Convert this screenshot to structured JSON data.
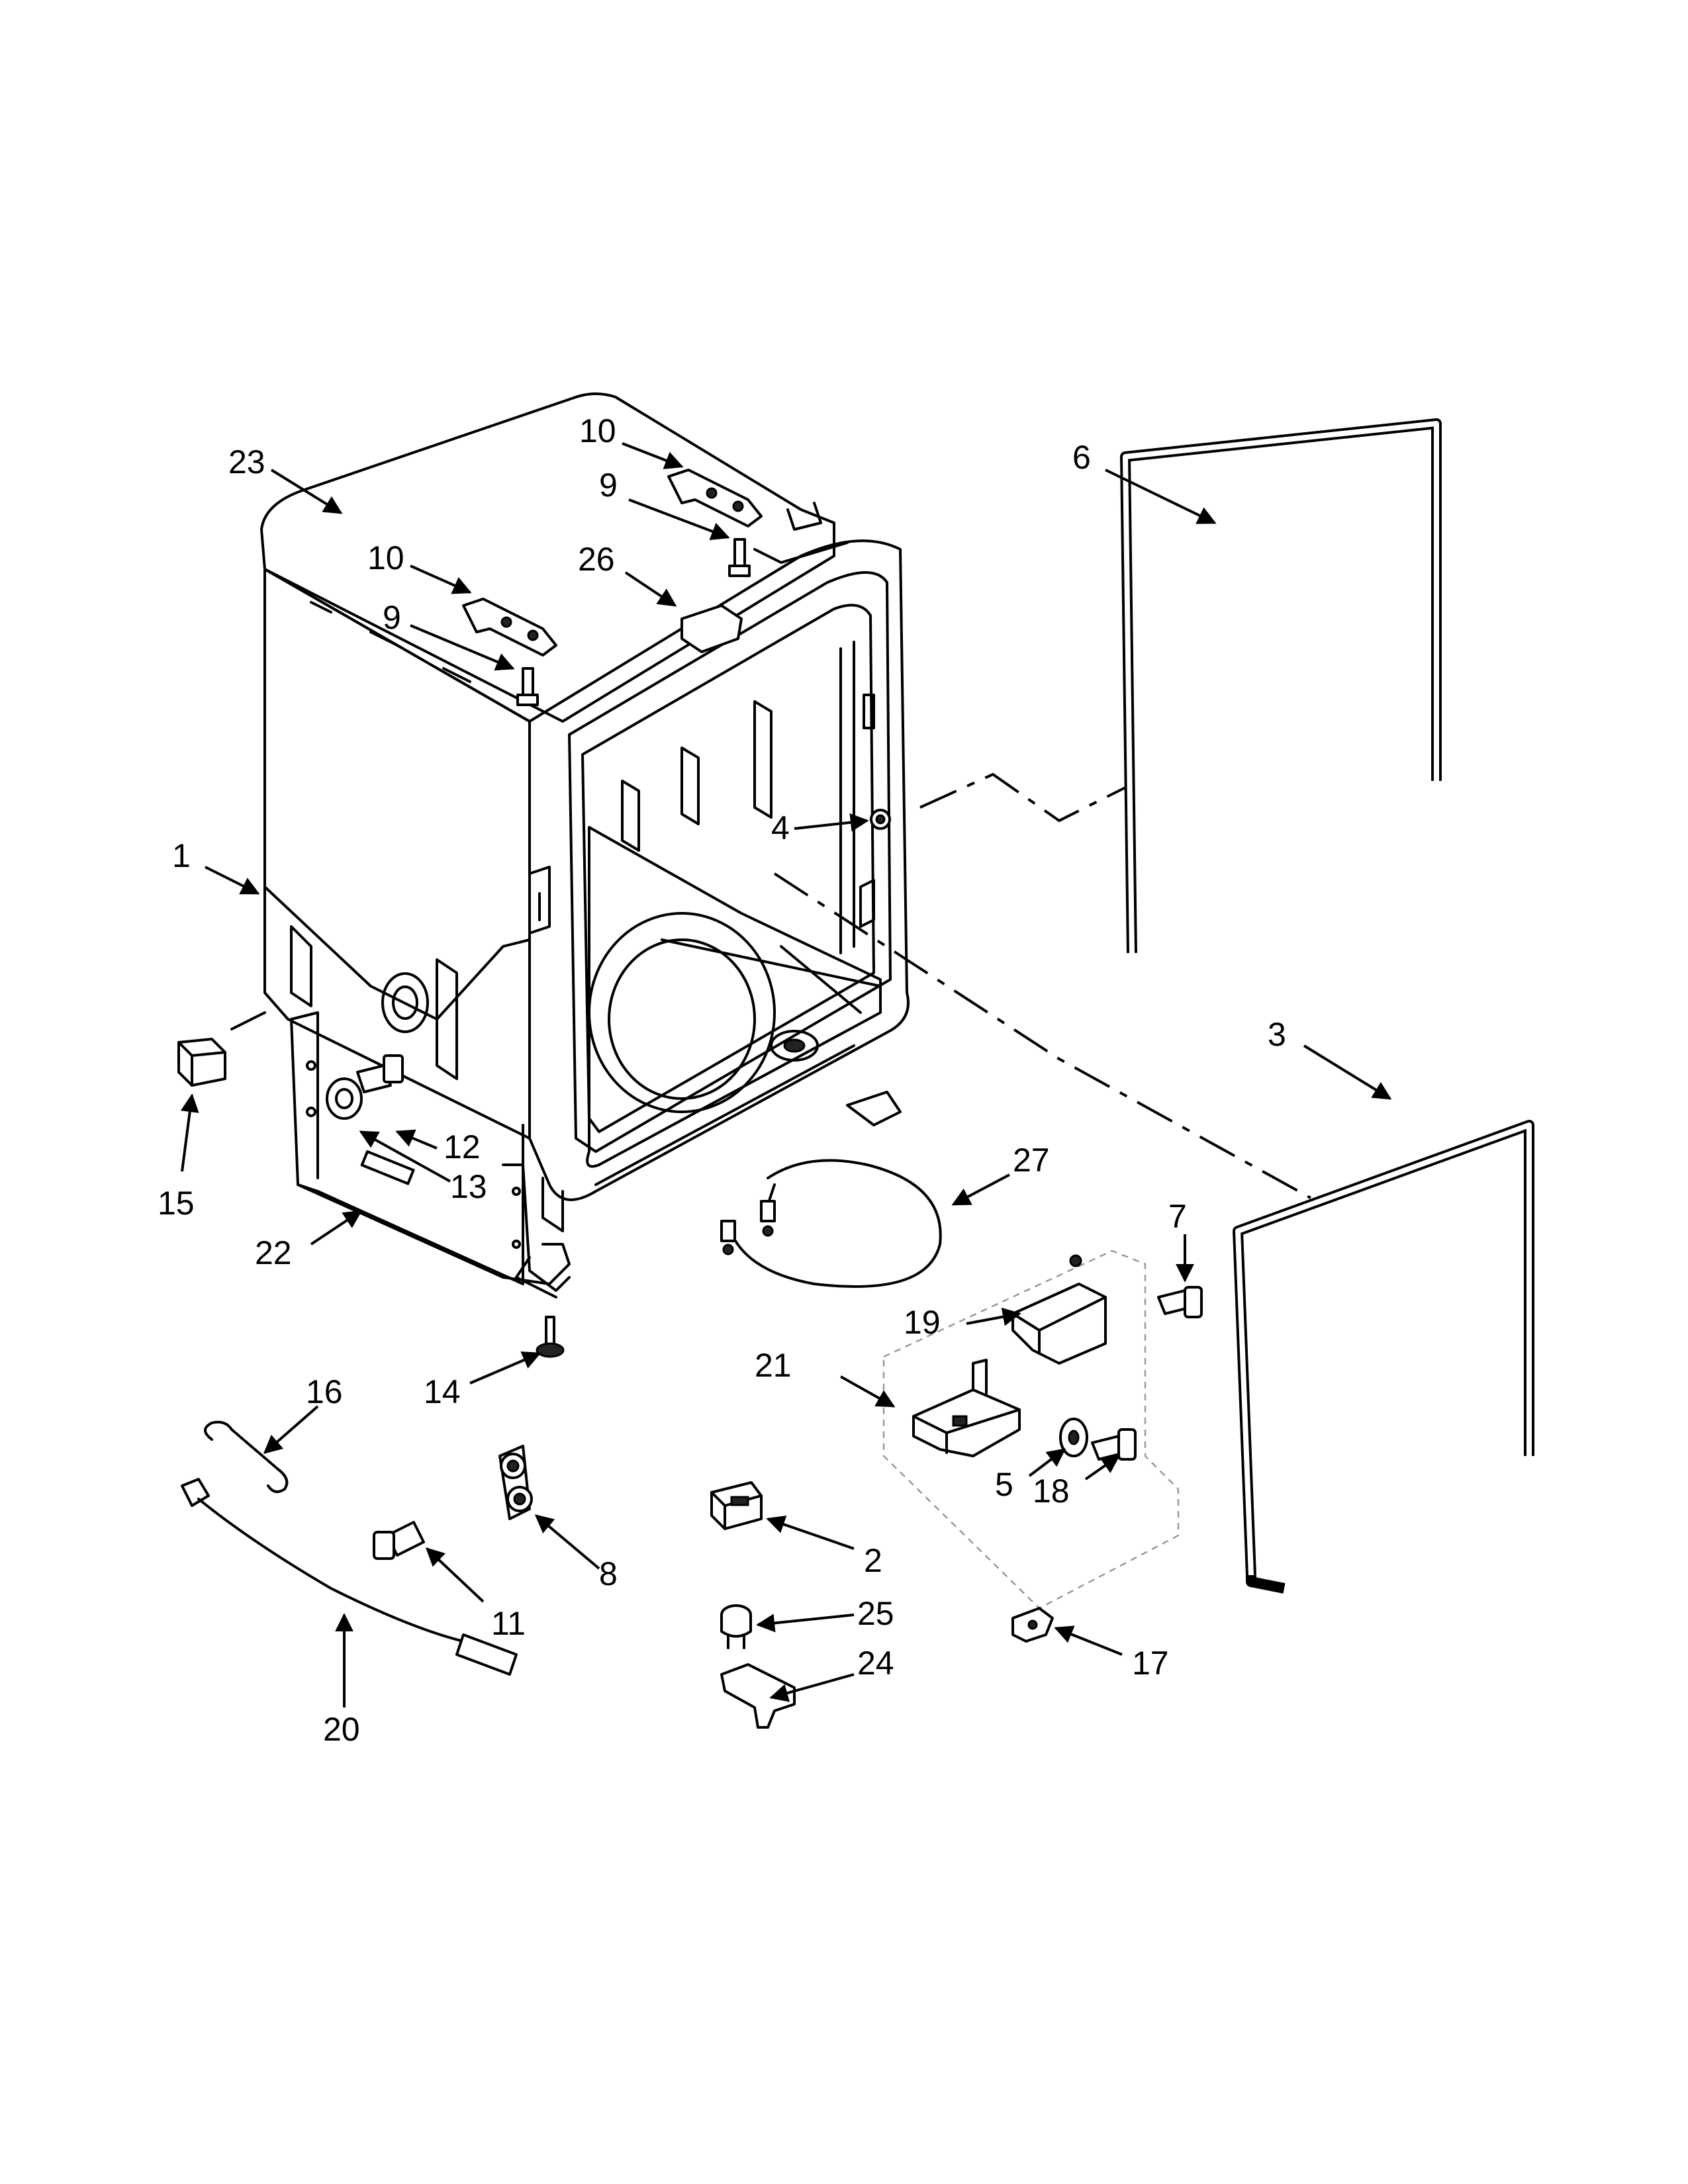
{
  "callouts": [
    {
      "id": "1",
      "label": "1"
    },
    {
      "id": "2",
      "label": "2"
    },
    {
      "id": "3",
      "label": "3"
    },
    {
      "id": "4",
      "label": "4"
    },
    {
      "id": "5",
      "label": "5"
    },
    {
      "id": "6",
      "label": "6"
    },
    {
      "id": "7",
      "label": "7"
    },
    {
      "id": "8",
      "label": "8"
    },
    {
      "id": "9a",
      "label": "9"
    },
    {
      "id": "9b",
      "label": "9"
    },
    {
      "id": "10a",
      "label": "10"
    },
    {
      "id": "10b",
      "label": "10"
    },
    {
      "id": "11",
      "label": "11"
    },
    {
      "id": "12",
      "label": "12"
    },
    {
      "id": "13",
      "label": "13"
    },
    {
      "id": "14",
      "label": "14"
    },
    {
      "id": "15",
      "label": "15"
    },
    {
      "id": "16",
      "label": "16"
    },
    {
      "id": "17",
      "label": "17"
    },
    {
      "id": "18",
      "label": "18"
    },
    {
      "id": "19",
      "label": "19"
    },
    {
      "id": "20",
      "label": "20"
    },
    {
      "id": "21",
      "label": "21"
    },
    {
      "id": "22",
      "label": "22"
    },
    {
      "id": "23",
      "label": "23"
    },
    {
      "id": "24",
      "label": "24"
    },
    {
      "id": "25",
      "label": "25"
    },
    {
      "id": "26",
      "label": "26"
    },
    {
      "id": "27",
      "label": "27"
    }
  ]
}
